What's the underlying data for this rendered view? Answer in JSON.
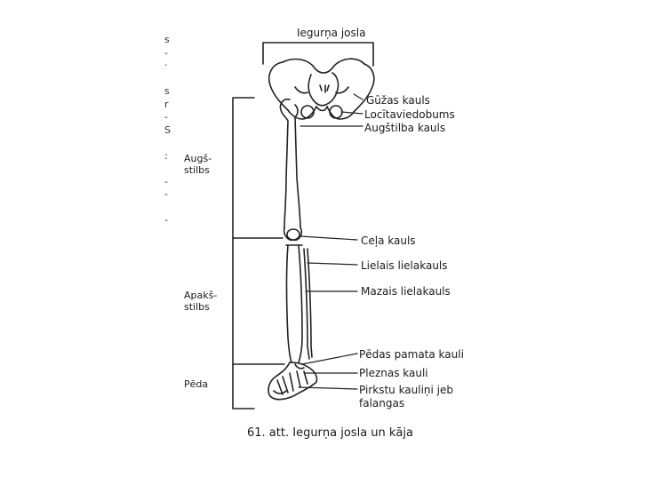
{
  "diagram": {
    "labels": {
      "pelvic_girdle": "Iegurņa josla",
      "hip_bone": "Gūžas kauls",
      "hip_socket": "Locītaviedobums",
      "femur": "Augštilba kauls",
      "kneecap": "Ceļa kauls",
      "tibia": "Lielais lielakauls",
      "fibula": "Mazais lielakauls",
      "tarsals": "Pēdas pamata kauli",
      "metatarsals": "Pleznas kauli",
      "phalanges_line1": "Pirkstu kauliņi jeb",
      "phalanges_line2": "falangas",
      "thigh": "Augš-\nstilbs",
      "lower_leg": "Apakš-\nstilbs",
      "foot": "Pēda"
    },
    "caption": "61. att. Iegurņa josla un kāja",
    "margin_marks": "s\n-\n·\n\ns\nr\n-\nS\n\n:\n\n-\n-\n\n-"
  }
}
